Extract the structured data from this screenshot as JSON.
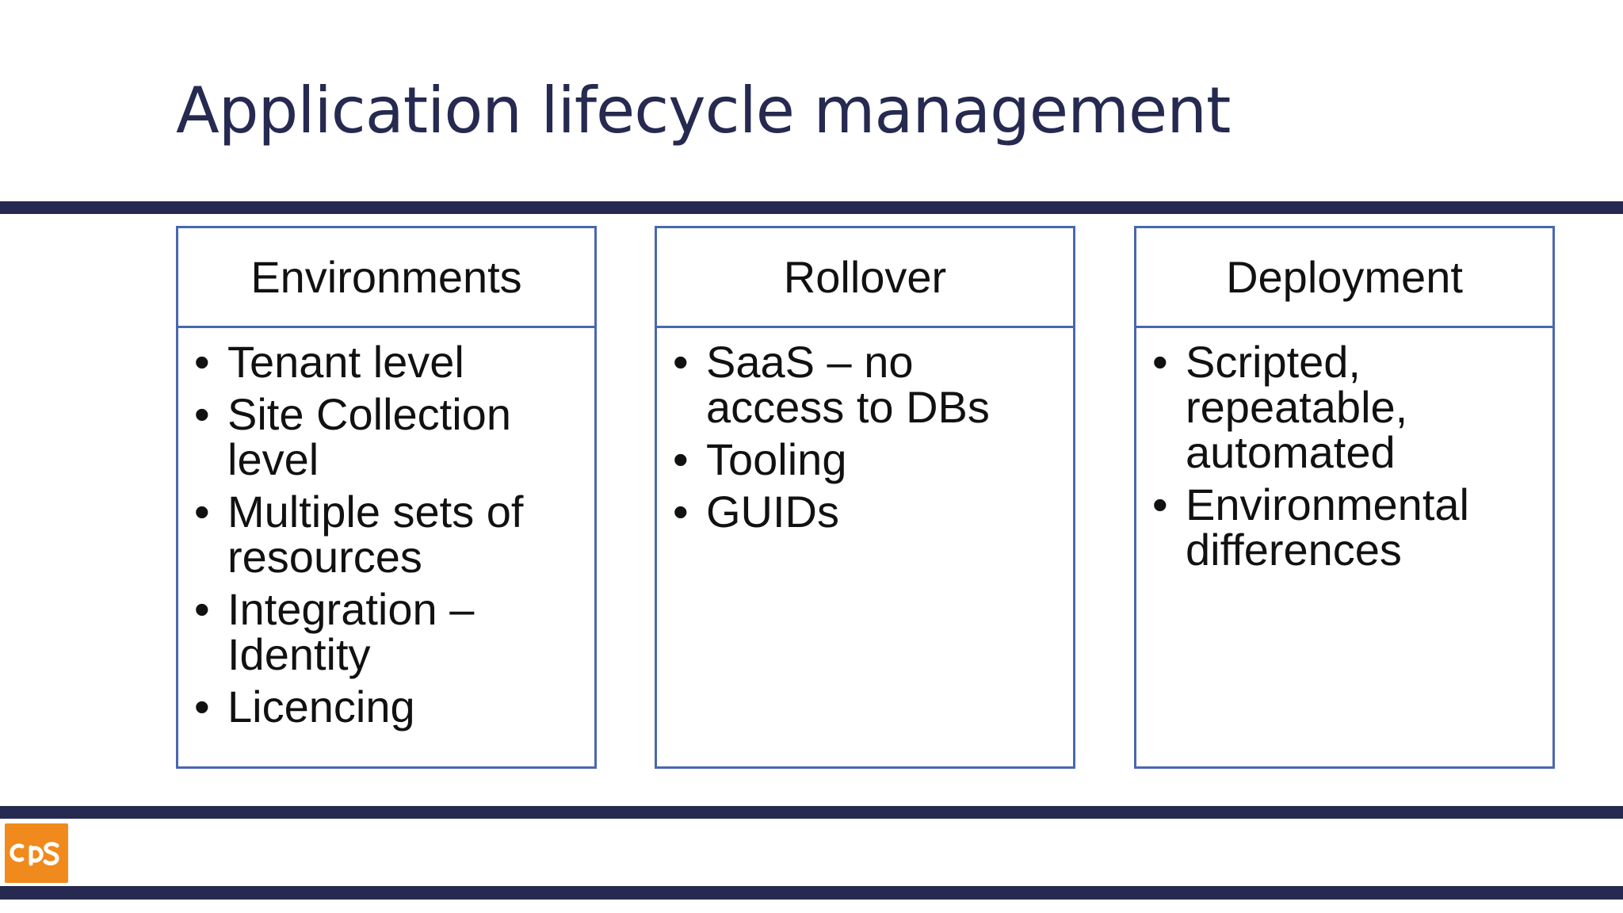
{
  "slide": {
    "title": "Application lifecycle management"
  },
  "columns": [
    {
      "heading": "Environments",
      "bullets": [
        "Tenant level",
        "Site Collection level",
        "Multiple sets of resources",
        "Integration – Identity",
        "Licencing"
      ]
    },
    {
      "heading": "Rollover",
      "bullets": [
        "SaaS – no access to DBs",
        "Tooling",
        "GUIDs"
      ]
    },
    {
      "heading": "Deployment",
      "bullets": [
        "Scripted, repeatable, automated",
        "Environmental differences"
      ]
    }
  ],
  "footer": {
    "logo_icon": "cps-logo-icon",
    "logo_color": "#f08a1c"
  },
  "colors": {
    "title": "#262a50",
    "rule": "#262a50",
    "box_border": "#4967b0",
    "text": "#111111"
  }
}
